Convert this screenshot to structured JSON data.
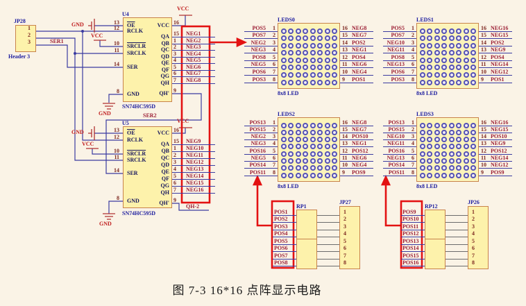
{
  "caption": "图 7-3   16*16 点阵显示电路",
  "power": {
    "gnd": "GND",
    "vcc": "VCC"
  },
  "nets": {
    "ser1": "SER1",
    "ser2": "SER2",
    "qh2": "QH-2"
  },
  "colors": {
    "background": "#faf3e6",
    "component_fill": "#fdf2ab",
    "component_border": "#c8824b",
    "wire": "#3a3aa0",
    "net_label": "#9c1f35",
    "designator": "#1b1b9e",
    "annotation_red": "#e31212",
    "power_symbol": "#b03030"
  },
  "jp28": {
    "ref": "JP28",
    "type": "Header 3",
    "pins": [
      "1",
      "2",
      "3"
    ]
  },
  "u4": {
    "ref": "U4",
    "part": "SN74HC595D",
    "left": [
      {
        "num": "13",
        "name": "OE",
        "bar": true
      },
      {
        "num": "12",
        "name": "RCLK"
      },
      {
        "num": "10",
        "name": "SRCLR",
        "bar": true
      },
      {
        "num": "11",
        "name": "SRCLK"
      },
      {
        "num": "14",
        "name": "SER"
      },
      {
        "num": "8",
        "name": "GND"
      }
    ],
    "right": [
      {
        "num": "16",
        "name": "VCC"
      },
      {
        "num": "15",
        "name": "QA",
        "net": "NEG1"
      },
      {
        "num": "1",
        "name": "QB",
        "net": "NEG2"
      },
      {
        "num": "2",
        "name": "QC",
        "net": "NEG3"
      },
      {
        "num": "3",
        "name": "QD",
        "net": "NEG4"
      },
      {
        "num": "4",
        "name": "QE",
        "net": "NEG5"
      },
      {
        "num": "5",
        "name": "QF",
        "net": "NEG6"
      },
      {
        "num": "6",
        "name": "QG",
        "net": "NEG7"
      },
      {
        "num": "7",
        "name": "QH",
        "net": "NEG8"
      },
      {
        "num": "9",
        "name": "QH'"
      }
    ]
  },
  "u5": {
    "ref": "U5",
    "part": "SN74HC595D",
    "left": [
      {
        "num": "13",
        "name": "OE",
        "bar": true
      },
      {
        "num": "12",
        "name": "RCLK"
      },
      {
        "num": "10",
        "name": "SRCLR",
        "bar": true
      },
      {
        "num": "11",
        "name": "SRCLK"
      },
      {
        "num": "14",
        "name": "SER"
      },
      {
        "num": "8",
        "name": "GND"
      }
    ],
    "right": [
      {
        "num": "16",
        "name": "VCC"
      },
      {
        "num": "15",
        "name": "QA",
        "net": "NEG9"
      },
      {
        "num": "1",
        "name": "QB",
        "net": "NEG10"
      },
      {
        "num": "2",
        "name": "QC",
        "net": "NEG11"
      },
      {
        "num": "3",
        "name": "QD",
        "net": "NEG12"
      },
      {
        "num": "4",
        "name": "QE",
        "net": "NEG13"
      },
      {
        "num": "5",
        "name": "QF",
        "net": "NEG14"
      },
      {
        "num": "6",
        "name": "QG",
        "net": "NEG15"
      },
      {
        "num": "7",
        "name": "QH",
        "net": "NEG16"
      },
      {
        "num": "9",
        "name": "QH'"
      }
    ]
  },
  "leds": [
    {
      "ref": "LEDS0",
      "type": "8x8 LED",
      "left": [
        {
          "l": "POS5",
          "n": "1"
        },
        {
          "l": "POS7",
          "n": "2"
        },
        {
          "l": "NEG2",
          "n": "3"
        },
        {
          "l": "NEG3",
          "n": "4"
        },
        {
          "l": "POS8",
          "n": "5"
        },
        {
          "l": "NEG5",
          "n": "6"
        },
        {
          "l": "POS6",
          "n": "7"
        },
        {
          "l": "POS3",
          "n": "8"
        }
      ],
      "right": [
        {
          "n": "16",
          "l": "NEG8"
        },
        {
          "n": "15",
          "l": "NEG7"
        },
        {
          "n": "14",
          "l": "POS2"
        },
        {
          "n": "13",
          "l": "NEG1"
        },
        {
          "n": "12",
          "l": "POS4"
        },
        {
          "n": "11",
          "l": "NEG6"
        },
        {
          "n": "10",
          "l": "NEG4"
        },
        {
          "n": "9",
          "l": "POS1"
        }
      ]
    },
    {
      "ref": "LEDS1",
      "type": "8x8 LED",
      "left": [
        {
          "l": "POS5",
          "n": "1"
        },
        {
          "l": "POS7",
          "n": "2"
        },
        {
          "l": "NEG10",
          "n": "3"
        },
        {
          "l": "NEG11",
          "n": "4"
        },
        {
          "l": "POS8",
          "n": "5"
        },
        {
          "l": "NEG13",
          "n": "6"
        },
        {
          "l": "POS6",
          "n": "7"
        },
        {
          "l": "POS3",
          "n": "8"
        }
      ],
      "right": [
        {
          "n": "16",
          "l": "NEG16"
        },
        {
          "n": "15",
          "l": "NEG15"
        },
        {
          "n": "14",
          "l": "POS2"
        },
        {
          "n": "13",
          "l": "NEG9"
        },
        {
          "n": "12",
          "l": "POS4"
        },
        {
          "n": "11",
          "l": "NEG14"
        },
        {
          "n": "10",
          "l": "NEG12"
        },
        {
          "n": "9",
          "l": "POS1"
        }
      ]
    },
    {
      "ref": "LEDS2",
      "type": "8x8 LED",
      "left": [
        {
          "l": "POS13",
          "n": "1"
        },
        {
          "l": "POS15",
          "n": "2"
        },
        {
          "l": "NEG2",
          "n": "3"
        },
        {
          "l": "NEG3",
          "n": "4"
        },
        {
          "l": "POS16",
          "n": "5"
        },
        {
          "l": "NEG5",
          "n": "6"
        },
        {
          "l": "POS14",
          "n": "7"
        },
        {
          "l": "POS11",
          "n": "8"
        }
      ],
      "right": [
        {
          "n": "16",
          "l": "NEG8"
        },
        {
          "n": "15",
          "l": "NEG7"
        },
        {
          "n": "14",
          "l": "POS10"
        },
        {
          "n": "13",
          "l": "NEG1"
        },
        {
          "n": "12",
          "l": "POS12"
        },
        {
          "n": "11",
          "l": "NEG6"
        },
        {
          "n": "10",
          "l": "NEG4"
        },
        {
          "n": "9",
          "l": "POS9"
        }
      ]
    },
    {
      "ref": "LEDS3",
      "type": "8x8 LED",
      "left": [
        {
          "l": "POS13",
          "n": "1"
        },
        {
          "l": "POS15",
          "n": "2"
        },
        {
          "l": "NEG10",
          "n": "3"
        },
        {
          "l": "NEG11",
          "n": "4"
        },
        {
          "l": "POS16",
          "n": "5"
        },
        {
          "l": "NEG13",
          "n": "6"
        },
        {
          "l": "POS14",
          "n": "7"
        },
        {
          "l": "POS11",
          "n": "8"
        }
      ],
      "right": [
        {
          "n": "16",
          "l": "NEG16"
        },
        {
          "n": "15",
          "l": "NEG15"
        },
        {
          "n": "14",
          "l": "POS10"
        },
        {
          "n": "13",
          "l": "NEG9"
        },
        {
          "n": "12",
          "l": "POS12"
        },
        {
          "n": "11",
          "l": "NEG14"
        },
        {
          "n": "10",
          "l": "NEG12"
        },
        {
          "n": "9",
          "l": "POS9"
        }
      ]
    }
  ],
  "rp1": {
    "ref": "RP1",
    "inputs": [
      "POS1",
      "POS2",
      "POS3",
      "POS4",
      "POS5",
      "POS6",
      "POS7",
      "POS8"
    ]
  },
  "rp12": {
    "ref": "RP12",
    "inputs": [
      "POS9",
      "POS10",
      "POS11",
      "POS12",
      "POS13",
      "POS14",
      "POS15",
      "POS16"
    ]
  },
  "jp27": {
    "ref": "JP27",
    "pins": [
      "1",
      "2",
      "3",
      "4",
      "5",
      "6",
      "7",
      "8"
    ]
  },
  "jp26": {
    "ref": "JP26",
    "pins": [
      "1",
      "2",
      "3",
      "4",
      "5",
      "6",
      "7",
      "8"
    ]
  }
}
